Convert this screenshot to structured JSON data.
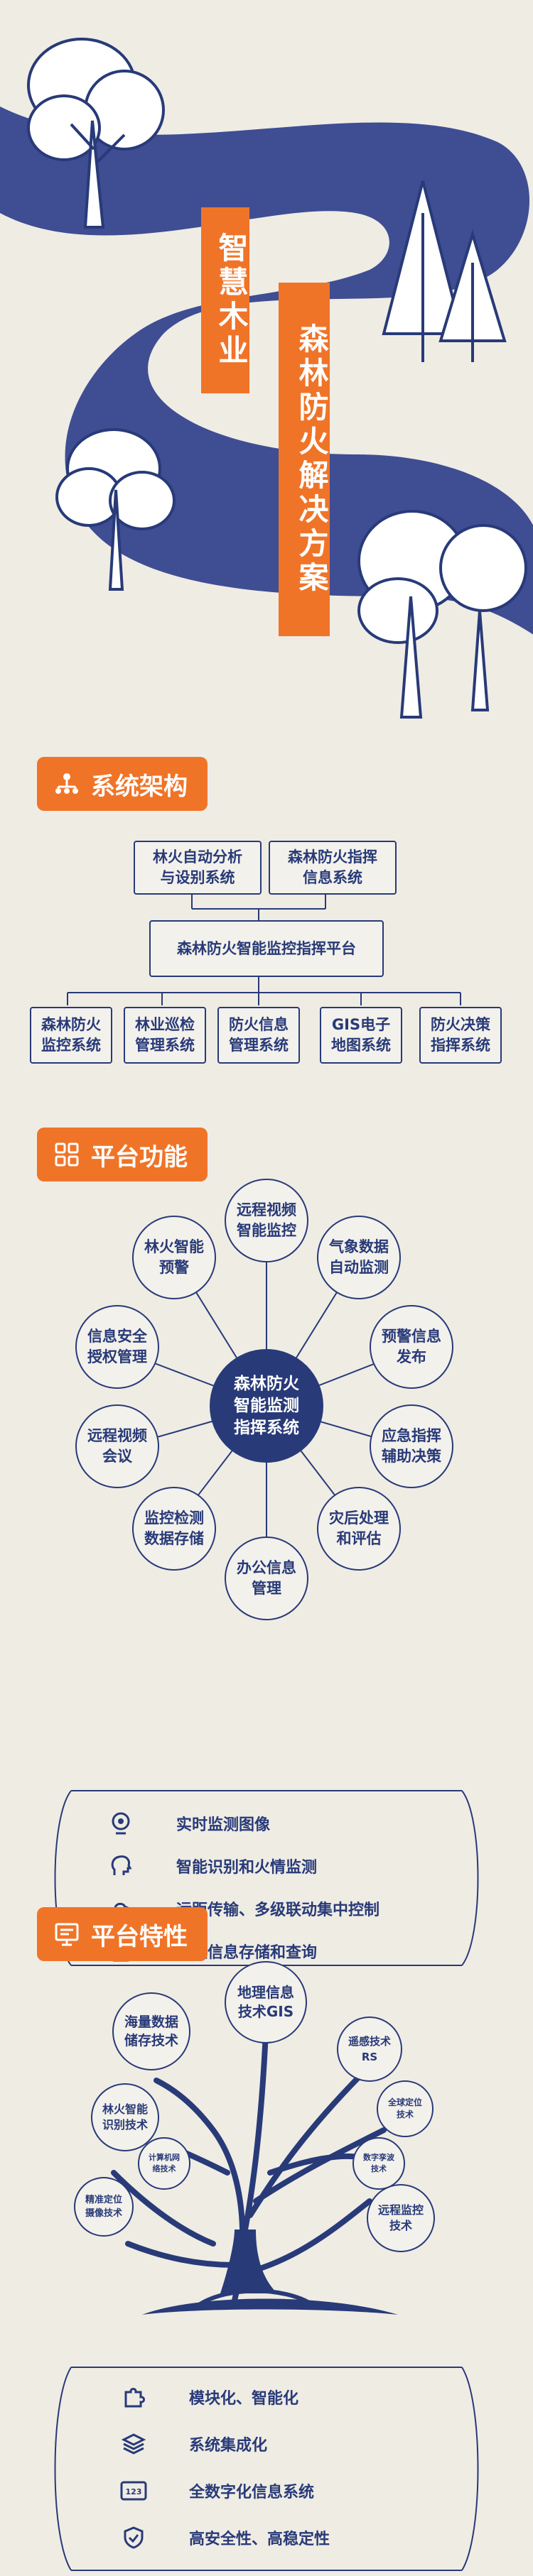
{
  "hero": {
    "title_left": "智慧木业",
    "title_right": "森林防火解决方案"
  },
  "section1": {
    "header": "系统架构",
    "top_boxes": [
      "林火自动分析\n与设别系统",
      "森林防火指挥\n信息系统"
    ],
    "platform": "森林防火智能监控指挥平台",
    "bottom_boxes": [
      "森林防火\n监控系统",
      "林业巡检\n管理系统",
      "防火信息\n管理系统",
      "GIS电子\n地图系统",
      "防火决策\n指挥系统"
    ]
  },
  "section2": {
    "header": "平台功能",
    "center": "森林防火\n智能监测\n指挥系统",
    "nodes": [
      "远程视频\n智能监控",
      "气象数据\n自动监测",
      "预警信息\n发布",
      "应急指挥\n辅助决策",
      "灾后处理\n和评估",
      "办公信息\n管理",
      "监控检测\n数据存储",
      "远程视频\n会议",
      "信息安全\n授权管理",
      "林火智能\n预警"
    ],
    "features": [
      "实时监测图像",
      "智能识别和火情监测",
      "远距传输、多级联动集中控制",
      "海量信息存储和查询"
    ],
    "feature_icons": [
      "camera-icon",
      "brain-head-icon",
      "cloud-upload-icon",
      "storage-box-icon"
    ]
  },
  "section3": {
    "header": "平台特性",
    "tree_nodes": [
      "地理信息\n技术GIS",
      "海量数据\n储存技术",
      "遥感技术\nRS",
      "林火智能\n识别技术",
      "全球定位\n技术",
      "计算机网\n络技术",
      "数字孪波\n技术",
      "精准定位\n摄像技术",
      "远程监控\n技术"
    ],
    "features": [
      "模块化、智能化",
      "系统集成化",
      "全数字化信息系统",
      "高安全性、高稳定性"
    ],
    "feature_icons": [
      "puzzle-icon",
      "layers-icon",
      "number-123-icon",
      "shield-check-icon"
    ]
  },
  "colors": {
    "navy": "#283a78",
    "orange": "#f07428",
    "paper": "#efece4"
  }
}
